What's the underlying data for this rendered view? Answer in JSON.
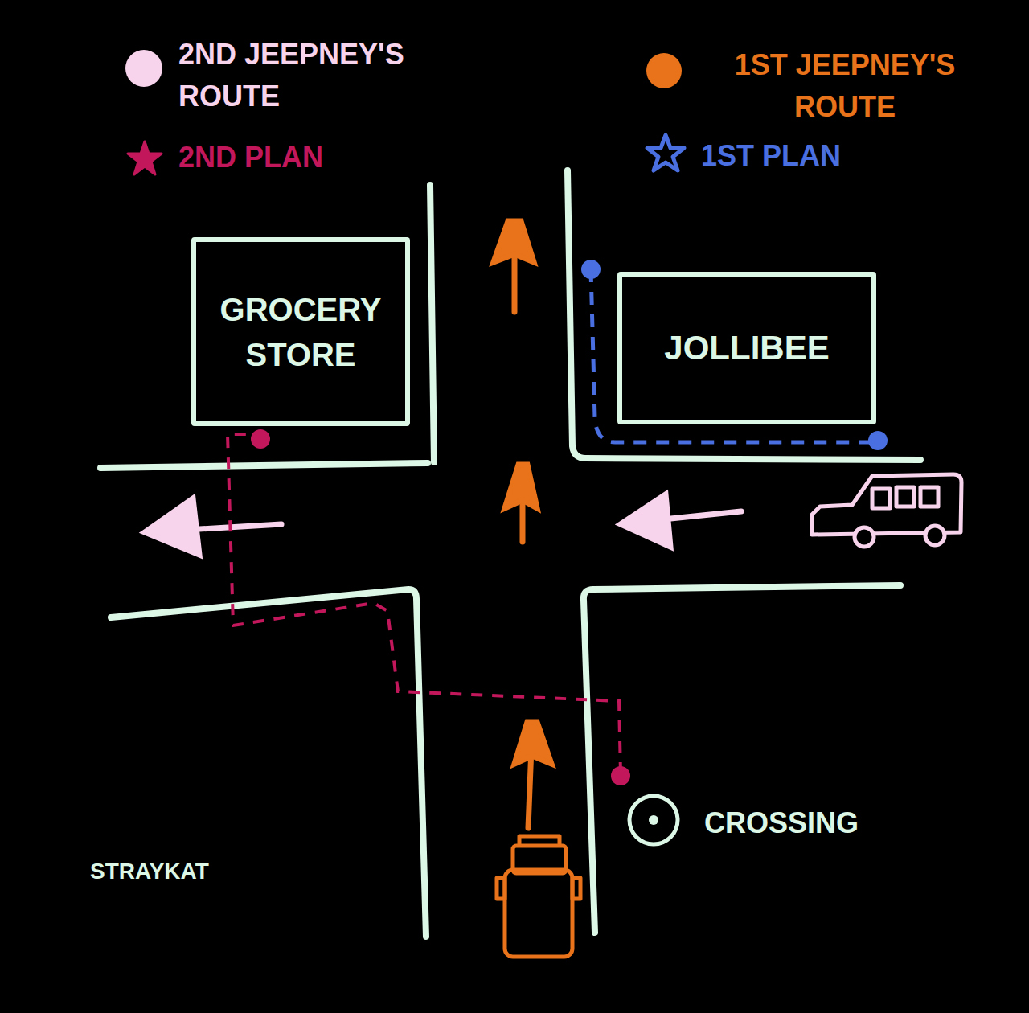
{
  "diagram": {
    "nodes": [
      {
        "text": [
          "GROCERY STORE"
        ]
      },
      {
        "text": [
          "JOLLIBEE"
        ]
      }
    ],
    "labels": [
      "STRAYKAT"
    ],
    "legend": [
      {
        "text": "2ND JEEPNEY'S ROUTE",
        "color": "#f8d3ec"
      },
      {
        "text": "2ND PLAN"
      },
      {
        "text": "1ST JEEPNEY'S ROUTE",
        "color": "#e8731a"
      },
      {
        "text": "1ST PLAN"
      },
      {
        "text": "CROSSING"
      }
    ]
  }
}
